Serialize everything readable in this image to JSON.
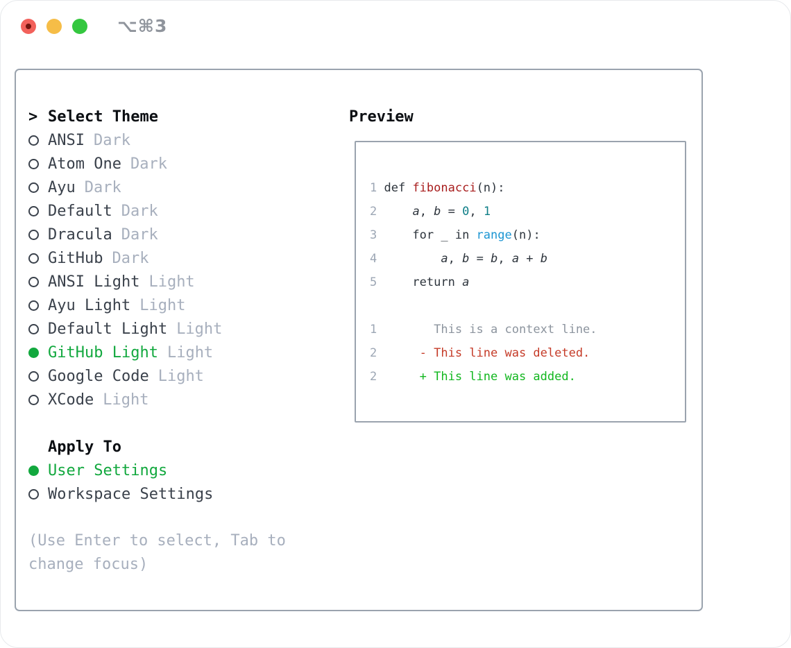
{
  "titlebar": {
    "title": "⌥⌘3"
  },
  "theme_list": {
    "prompt": ">",
    "heading": "Select Theme",
    "items": [
      {
        "name": "ANSI",
        "variant": "Dark",
        "selected": false
      },
      {
        "name": "Atom One",
        "variant": "Dark",
        "selected": false
      },
      {
        "name": "Ayu",
        "variant": "Dark",
        "selected": false
      },
      {
        "name": "Default",
        "variant": "Dark",
        "selected": false
      },
      {
        "name": "Dracula",
        "variant": "Dark",
        "selected": false
      },
      {
        "name": "GitHub",
        "variant": "Dark",
        "selected": false
      },
      {
        "name": "ANSI Light",
        "variant": "Light",
        "selected": false
      },
      {
        "name": "Ayu Light",
        "variant": "Light",
        "selected": false
      },
      {
        "name": "Default Light",
        "variant": "Light",
        "selected": false
      },
      {
        "name": "GitHub Light",
        "variant": "Light",
        "selected": true
      },
      {
        "name": "Google Code",
        "variant": "Light",
        "selected": false
      },
      {
        "name": "XCode",
        "variant": "Light",
        "selected": false
      }
    ]
  },
  "apply_to": {
    "heading": "Apply To",
    "options": [
      {
        "label": "User Settings",
        "selected": true
      },
      {
        "label": "Workspace Settings",
        "selected": false
      }
    ]
  },
  "help_text": "(Use Enter to select, Tab to change focus)",
  "preview": {
    "heading": "Preview",
    "code_lines": [
      [
        {
          "c": "ln",
          "t": "1 "
        },
        {
          "c": "t",
          "t": "def "
        },
        {
          "c": "fn",
          "t": "fibonacci"
        },
        {
          "c": "t",
          "t": "(n):"
        }
      ],
      [
        {
          "c": "ln",
          "t": "2 "
        },
        {
          "c": "t",
          "t": "    "
        },
        {
          "c": "v",
          "t": "a"
        },
        {
          "c": "t",
          "t": ", "
        },
        {
          "c": "v",
          "t": "b"
        },
        {
          "c": "t",
          "t": " = "
        },
        {
          "c": "nm",
          "t": "0"
        },
        {
          "c": "t",
          "t": ", "
        },
        {
          "c": "nm",
          "t": "1"
        }
      ],
      [
        {
          "c": "ln",
          "t": "3 "
        },
        {
          "c": "t",
          "t": "    for _ in "
        },
        {
          "c": "bi",
          "t": "range"
        },
        {
          "c": "t",
          "t": "(n):"
        }
      ],
      [
        {
          "c": "ln",
          "t": "4 "
        },
        {
          "c": "t",
          "t": "        "
        },
        {
          "c": "v",
          "t": "a"
        },
        {
          "c": "t",
          "t": ", "
        },
        {
          "c": "v",
          "t": "b"
        },
        {
          "c": "t",
          "t": " = "
        },
        {
          "c": "v",
          "t": "b"
        },
        {
          "c": "t",
          "t": ", "
        },
        {
          "c": "v",
          "t": "a"
        },
        {
          "c": "t",
          "t": " + "
        },
        {
          "c": "v",
          "t": "b"
        }
      ],
      [
        {
          "c": "ln",
          "t": "5 "
        },
        {
          "c": "t",
          "t": "    return "
        },
        {
          "c": "v",
          "t": "a"
        }
      ],
      [],
      [
        {
          "c": "ln",
          "t": "1"
        },
        {
          "c": "ctx",
          "t": "        This is a context line."
        }
      ],
      [
        {
          "c": "ln",
          "t": "2"
        },
        {
          "c": "del",
          "t": "      - This line was deleted."
        }
      ],
      [
        {
          "c": "ln",
          "t": "2"
        },
        {
          "c": "add",
          "t": "      + This line was added."
        }
      ]
    ]
  },
  "colors": {
    "accent_green": "#12a83e",
    "diff_added_green": "#12b71f",
    "diff_deleted_red": "#c53b28",
    "function_red": "#a81d1d",
    "number_teal": "#0e7e87",
    "builtin_blue": "#1b95d2",
    "muted_gray": "#a7afbd",
    "line_number_gray": "#9ca6b4",
    "panel_border_gray": "#9aa3ae",
    "traffic_red": "#f2615b",
    "traffic_yellow": "#f6bd47",
    "traffic_green": "#34c73f"
  }
}
